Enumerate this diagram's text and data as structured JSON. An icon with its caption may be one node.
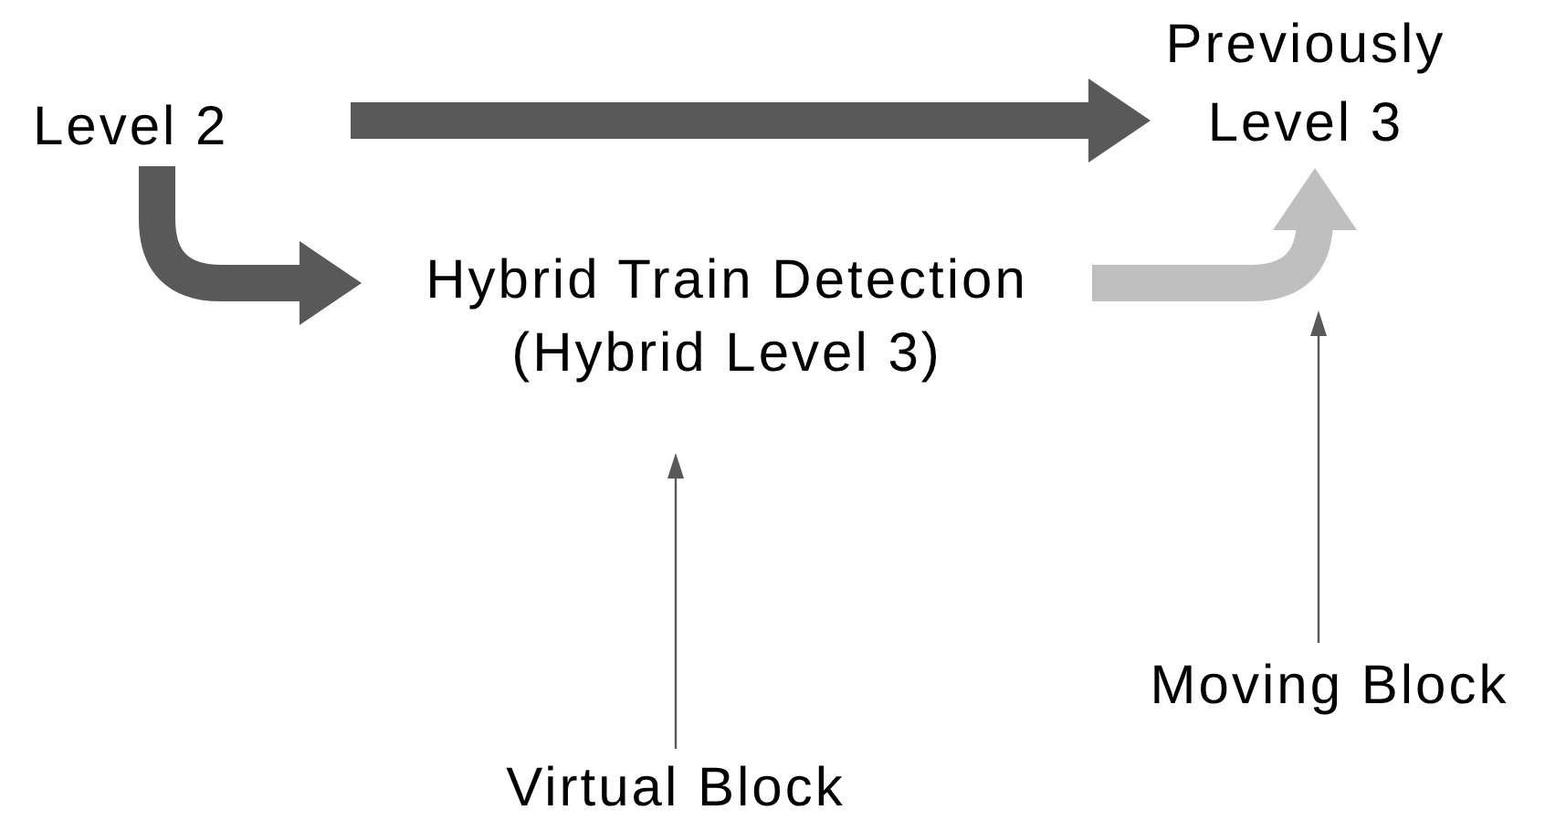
{
  "diagram": {
    "nodes": [
      {
        "text": [
          "Level 2"
        ]
      },
      {
        "text": [
          "Previously Level 3"
        ]
      },
      {
        "text": [
          "Hybrid Train Detection (Hybrid Level 3)"
        ]
      },
      {
        "text": [
          "Virtual Block"
        ]
      },
      {
        "text": [
          "Moving Block"
        ]
      }
    ],
    "edges": [
      {
        "from": 0,
        "to": 1,
        "arrow": "to"
      },
      {
        "from": 0,
        "to": 2,
        "arrow": "to"
      },
      {
        "from": 2,
        "to": 1,
        "arrow": "to",
        "color": "#bfbfbf"
      },
      {
        "from": 3,
        "to": 2,
        "arrow": "to"
      },
      {
        "from": 4,
        "to": null,
        "arrow": "to"
      }
    ]
  }
}
